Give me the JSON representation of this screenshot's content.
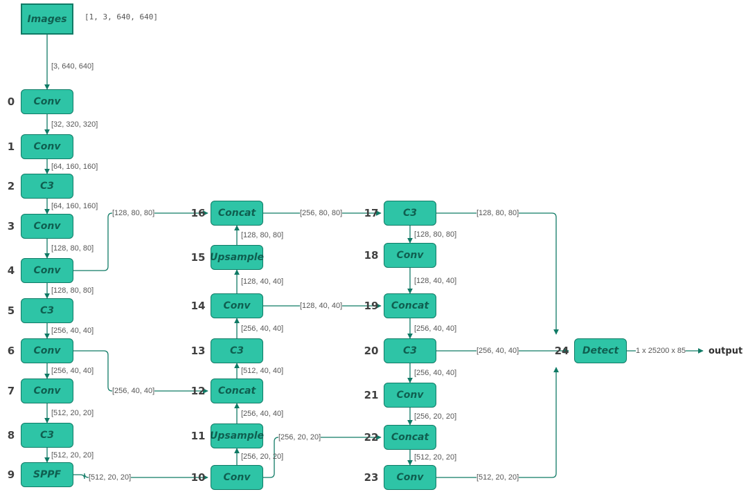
{
  "input": {
    "label": "Images",
    "shape": "[1, 3, 640, 640]"
  },
  "nodes": [
    {
      "idx": "0",
      "label": "Conv"
    },
    {
      "idx": "1",
      "label": "Conv"
    },
    {
      "idx": "2",
      "label": "C3"
    },
    {
      "idx": "3",
      "label": "Conv"
    },
    {
      "idx": "4",
      "label": "Conv"
    },
    {
      "idx": "5",
      "label": "C3"
    },
    {
      "idx": "6",
      "label": "Conv"
    },
    {
      "idx": "7",
      "label": "Conv"
    },
    {
      "idx": "8",
      "label": "C3"
    },
    {
      "idx": "9",
      "label": "SPPF"
    },
    {
      "idx": "10",
      "label": "Conv"
    },
    {
      "idx": "11",
      "label": "Upsample"
    },
    {
      "idx": "12",
      "label": "Concat"
    },
    {
      "idx": "13",
      "label": "C3"
    },
    {
      "idx": "14",
      "label": "Conv"
    },
    {
      "idx": "15",
      "label": "Upsample"
    },
    {
      "idx": "16",
      "label": "Concat"
    },
    {
      "idx": "17",
      "label": "C3"
    },
    {
      "idx": "18",
      "label": "Conv"
    },
    {
      "idx": "19",
      "label": "Concat"
    },
    {
      "idx": "20",
      "label": "C3"
    },
    {
      "idx": "21",
      "label": "Conv"
    },
    {
      "idx": "22",
      "label": "Concat"
    },
    {
      "idx": "23",
      "label": "Conv"
    },
    {
      "idx": "24",
      "label": "Detect"
    }
  ],
  "edges": [
    {
      "from": "input",
      "to": "0",
      "label": "[3, 640, 640]"
    },
    {
      "from": "0",
      "to": "1",
      "label": "[32, 320, 320]"
    },
    {
      "from": "1",
      "to": "2",
      "label": "[64, 160, 160]"
    },
    {
      "from": "2",
      "to": "3",
      "label": "[64, 160, 160]"
    },
    {
      "from": "3",
      "to": "4",
      "label": "[128, 80, 80]"
    },
    {
      "from": "4",
      "to": "5",
      "label": "[128, 80, 80]"
    },
    {
      "from": "5",
      "to": "6",
      "label": "[256, 40, 40]"
    },
    {
      "from": "6",
      "to": "7",
      "label": "[256, 40, 40]"
    },
    {
      "from": "7",
      "to": "8",
      "label": "[512, 20, 20]"
    },
    {
      "from": "8",
      "to": "9",
      "label": "[512, 20, 20]"
    },
    {
      "from": "9",
      "to": "10",
      "label": "[512, 20, 20]"
    },
    {
      "from": "10",
      "to": "11",
      "label": "[256, 20, 20]"
    },
    {
      "from": "11",
      "to": "12",
      "label": "[256, 40, 40]"
    },
    {
      "from": "12",
      "to": "13",
      "label": "[512, 40, 40]"
    },
    {
      "from": "13",
      "to": "14",
      "label": "[256, 40, 40]"
    },
    {
      "from": "14",
      "to": "15",
      "label": "[128, 40, 40]"
    },
    {
      "from": "15",
      "to": "16",
      "label": "[128, 80, 80]"
    },
    {
      "from": "4",
      "to": "16",
      "label": "[128, 80, 80]"
    },
    {
      "from": "6",
      "to": "12",
      "label": "[256, 40, 40]"
    },
    {
      "from": "16",
      "to": "17",
      "label": "[256, 80, 80]"
    },
    {
      "from": "17",
      "to": "18",
      "label": "[128, 80, 80]"
    },
    {
      "from": "18",
      "to": "19",
      "label": "[128, 40, 40]"
    },
    {
      "from": "14",
      "to": "19",
      "label": "[128, 40, 40]"
    },
    {
      "from": "19",
      "to": "20",
      "label": "[256, 40, 40]"
    },
    {
      "from": "20",
      "to": "21",
      "label": "[256, 40, 40]"
    },
    {
      "from": "21",
      "to": "22",
      "label": "[256, 20, 20]"
    },
    {
      "from": "10",
      "to": "22",
      "label": "[256, 20, 20]"
    },
    {
      "from": "22",
      "to": "23",
      "label": "[512, 20, 20]"
    },
    {
      "from": "17",
      "to": "24",
      "label": "[128, 80, 80]"
    },
    {
      "from": "20",
      "to": "24",
      "label": "[256, 40, 40]"
    },
    {
      "from": "23",
      "to": "24",
      "label": "[512, 20, 20]"
    },
    {
      "from": "24",
      "to": "output",
      "label": "1 x 25200 x 85"
    }
  ],
  "output": {
    "label": "output"
  },
  "colors": {
    "node_fill": "#2ec4a6",
    "node_border": "#0f7a65",
    "edge": "#0f7a65",
    "node_text": "#0f5f50"
  }
}
